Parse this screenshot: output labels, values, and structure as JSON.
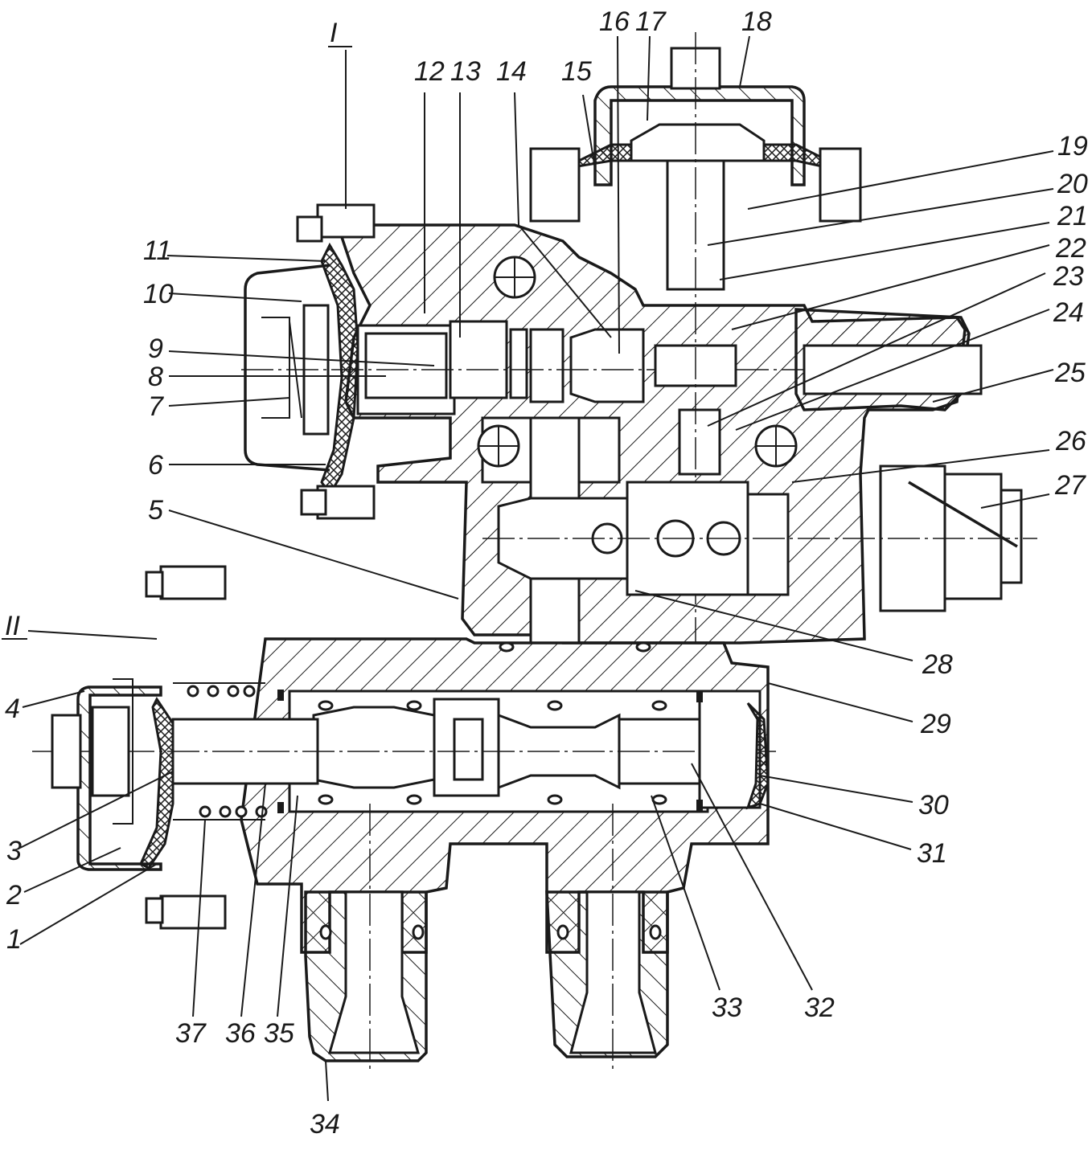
{
  "drawing": {
    "title": "Brake valve cross-section",
    "line_color": "#1a1a1a",
    "background": "#ffffff"
  },
  "callouts": {
    "roman_1": "I",
    "roman_2": "II",
    "n1": "1",
    "n2": "2",
    "n3": "3",
    "n4": "4",
    "n5": "5",
    "n6": "6",
    "n7": "7",
    "n8": "8",
    "n9": "9",
    "n10": "10",
    "n11": "11",
    "n12": "12",
    "n13": "13",
    "n14": "14",
    "n15": "15",
    "n16": "16",
    "n17": "17",
    "n18": "18",
    "n19": "19",
    "n20": "20",
    "n21": "21",
    "n22": "22",
    "n23": "23",
    "n24": "24",
    "n25": "25",
    "n26": "26",
    "n27": "27",
    "n28": "28",
    "n29": "29",
    "n30": "30",
    "n31": "31",
    "n32": "32",
    "n33": "33",
    "n34": "34",
    "n35": "35",
    "n36": "36",
    "n37": "37"
  }
}
